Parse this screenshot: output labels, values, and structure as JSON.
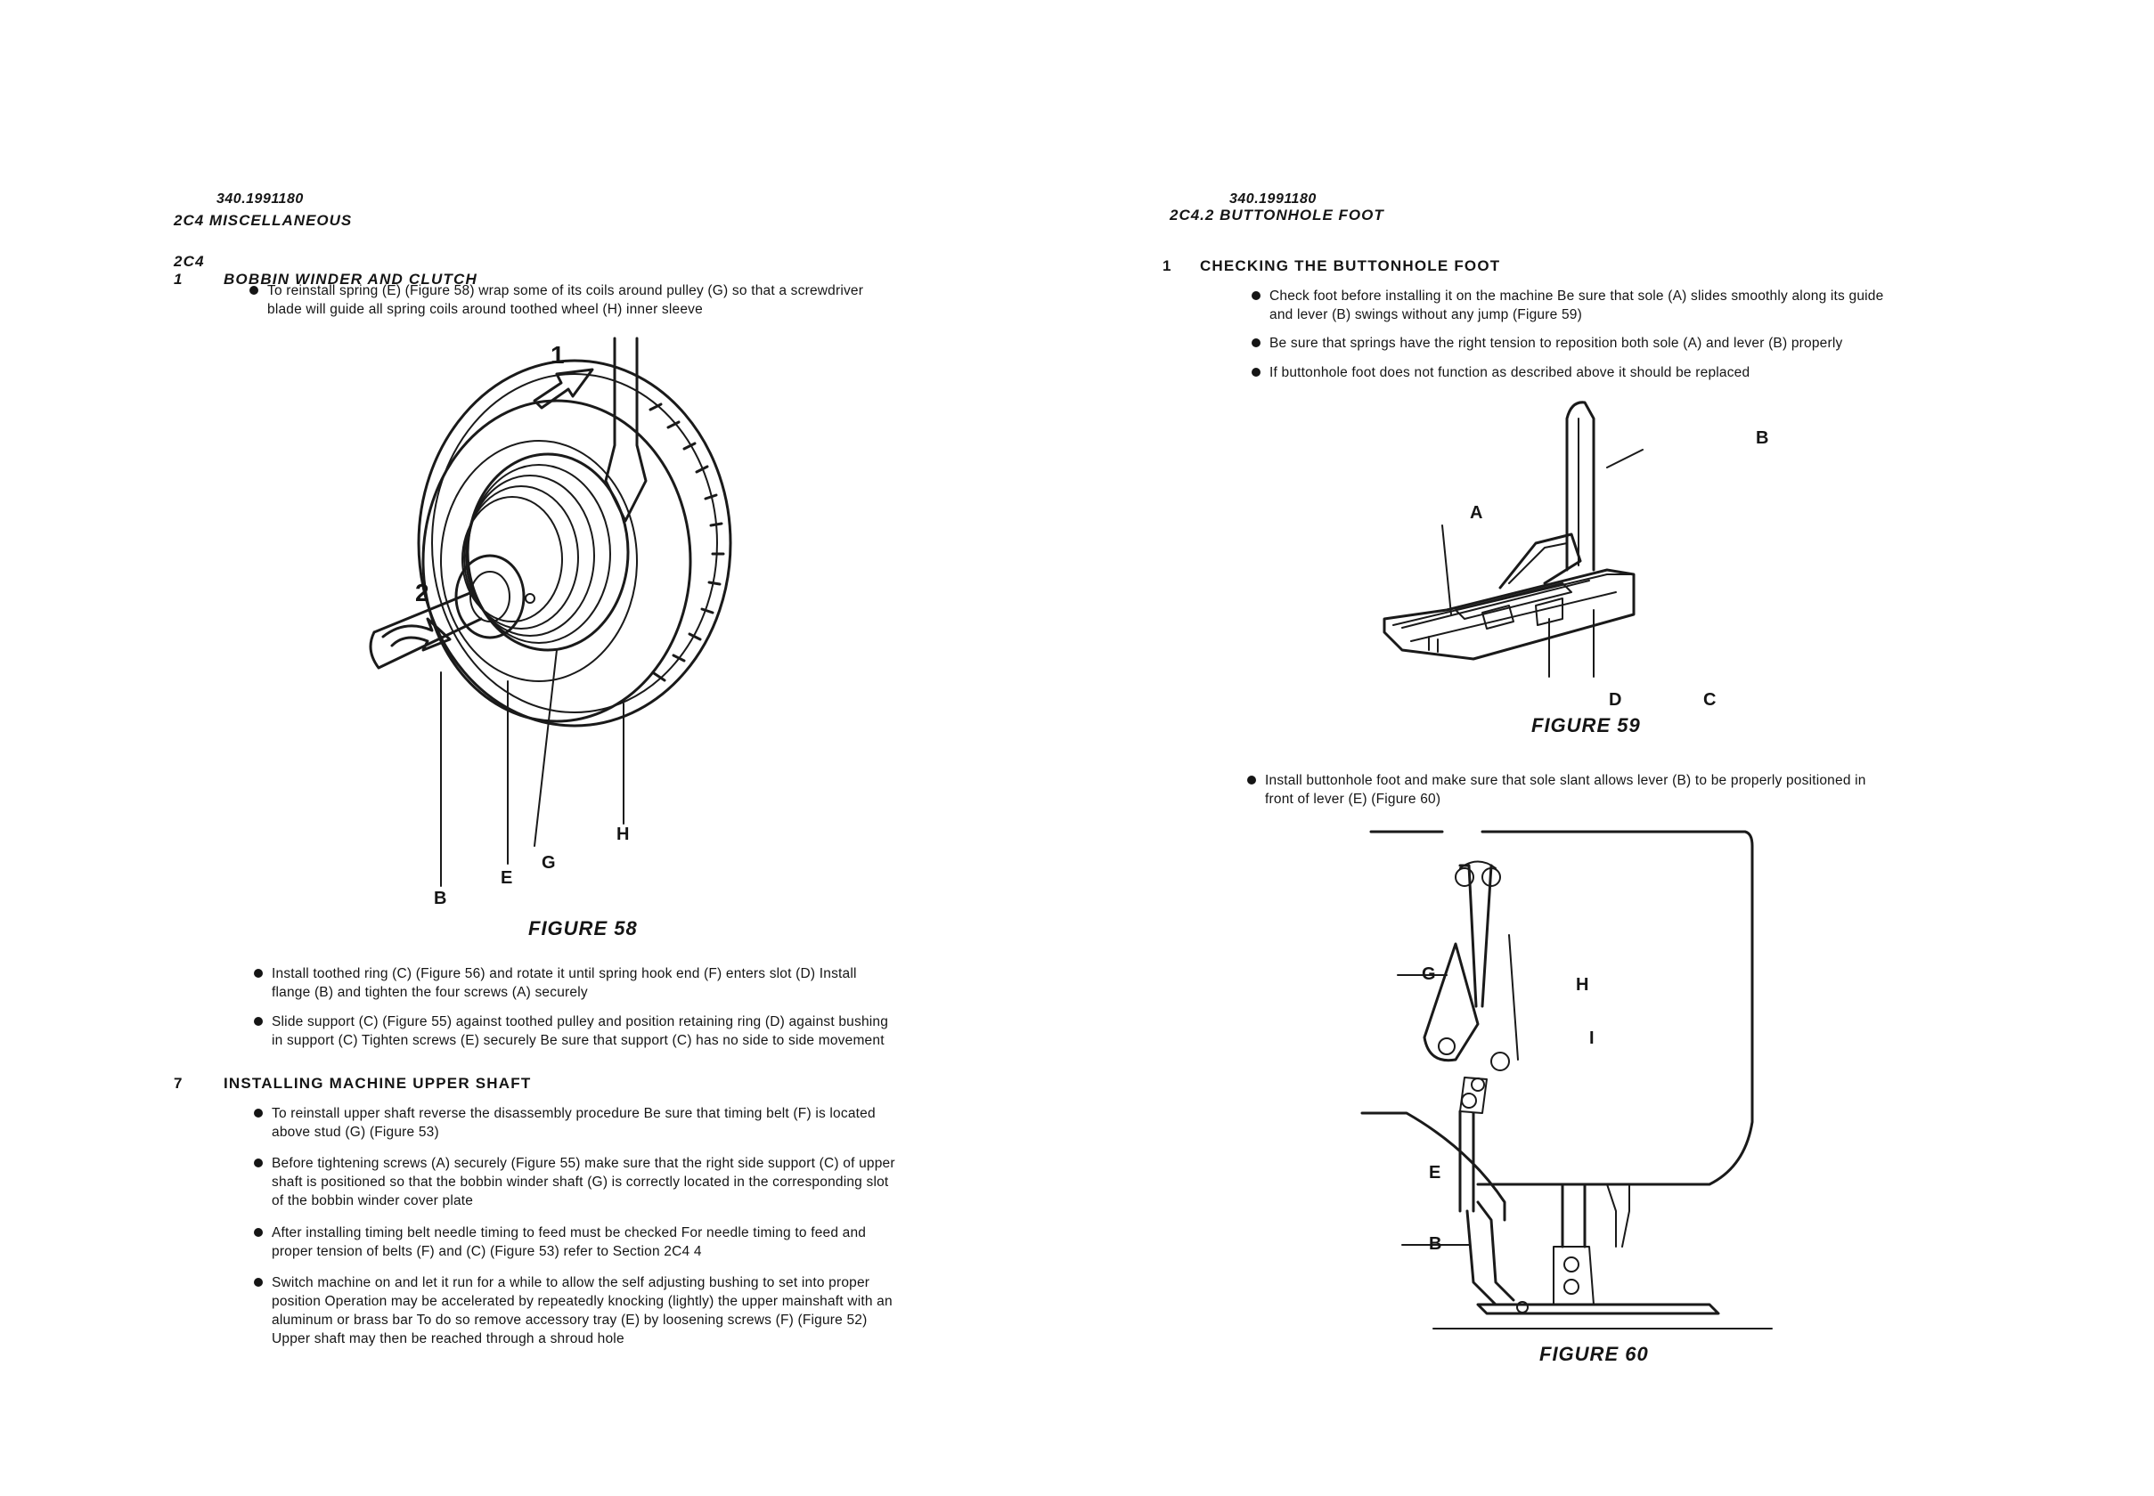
{
  "left": {
    "doc_number": "340.1991180",
    "section": "2C4   MISCELLANEOUS",
    "subsection": {
      "number": "2C4 1",
      "title": "BOBBIN WINDER AND CLUTCH",
      "bullet1": {
        "line1": "To reinstall spring (E) (Figure 58) wrap some of its coils around pulley (G) so that a screwdriver",
        "line2": "blade will guide all spring coils around toothed wheel (H) inner sleeve"
      }
    },
    "figure58": {
      "caption": "FIGURE 58",
      "labels": {
        "arrow1": "1",
        "arrow2": "2",
        "B": "B",
        "E": "E",
        "G": "G",
        "H": "H"
      }
    },
    "bullets_after": [
      {
        "line1": "Install toothed ring (C) (Figure 56) and rotate it until spring hook end (F) enters slot (D) Install",
        "line2": "flange (B) and tighten the four screws (A) securely"
      },
      {
        "line1": "Slide support (C) (Figure 55) against toothed pulley and position retaining ring (D) against bushing",
        "line2": "in support (C) Tighten screws (E) securely Be sure that support (C) has no side to side movement"
      }
    ],
    "section7": {
      "number": "7",
      "title": "INSTALLING MACHINE UPPER SHAFT",
      "bullets": [
        {
          "line1": "To reinstall upper shaft reverse the disassembly procedure Be sure that timing belt (F) is located",
          "line2": "above stud (G) (Figure 53)"
        },
        {
          "line1": "Before tightening screws (A) securely (Figure 55) make sure that the right side support (C) of upper",
          "line2": "shaft is positioned so that the bobbin winder shaft (G) is correctly located in the corresponding slot",
          "line3": "of the bobbin winder cover plate"
        },
        {
          "line1": "After installing timing belt needle timing to feed must be checked For needle timing to feed and",
          "line2": "proper tension of belts (F) and (C) (Figure 53) refer to Section 2C4 4"
        },
        {
          "line1": "Switch machine on and let it run for a while to allow the self adjusting bushing to set into proper",
          "line2": "position Operation may be accelerated by repeatedly knocking (lightly) the upper mainshaft with an",
          "line3": "aluminum or brass bar To do so remove accessory tray (E) by loosening screws (F) (Figure 52)",
          "line4": "Upper shaft may then be reached through a shroud hole"
        }
      ]
    }
  },
  "right": {
    "doc_number": "340.1991180",
    "section": "2C4.2   BUTTONHOLE FOOT",
    "heading": {
      "number": "1",
      "title": "CHECKING THE BUTTONHOLE FOOT"
    },
    "bullets": [
      {
        "line1": "Check foot before installing it on the machine Be sure that sole (A) slides smoothly along its guide",
        "line2": "and lever (B) swings without any jump (Figure 59)"
      },
      {
        "line1": "Be sure that springs have the right tension to reposition both sole (A) and lever (B) properly"
      },
      {
        "line1": "If buttonhole foot does not function as described above it should be replaced"
      }
    ],
    "figure59": {
      "caption": "FIGURE 59",
      "labels": {
        "A": "A",
        "B": "B",
        "C": "C",
        "D": "D"
      }
    },
    "bullet_install": {
      "line1": "Install buttonhole foot and make sure that sole slant allows lever (B) to be properly positioned in",
      "line2": "front of lever (E) (Figure 60)"
    },
    "figure60": {
      "caption": "FIGURE 60",
      "labels": {
        "G": "G",
        "H": "H",
        "I": "I",
        "E": "E",
        "B": "B"
      }
    }
  }
}
